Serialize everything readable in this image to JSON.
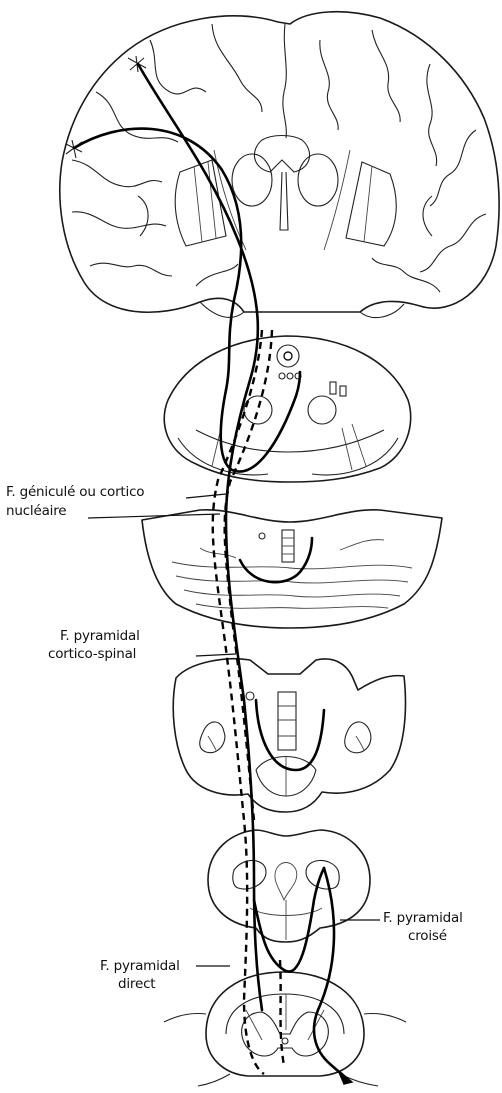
{
  "labels": {
    "geniculate_line1": "F. géniculé ou cortico",
    "geniculate_line2": "nucléaire",
    "pyramidal_line1": "F. pyramidal",
    "pyramidal_line2": "cortico-spinal",
    "crossed_line1": "F. pyramidal",
    "crossed_line2": "croisé",
    "direct_line1": "F. pyramidal",
    "direct_line2": "direct"
  }
}
